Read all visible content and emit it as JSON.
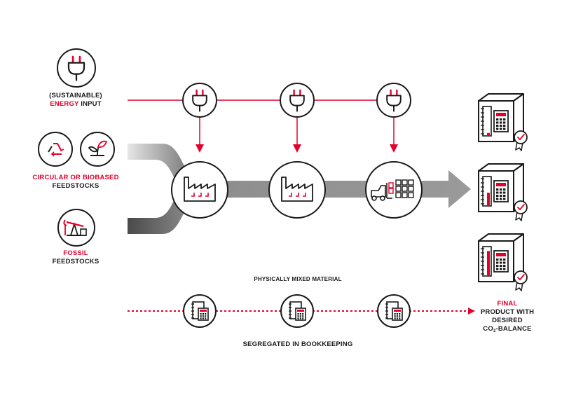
{
  "colors": {
    "accent": "#e4002b",
    "ink": "#1a1a1a",
    "flow_gray": "#8c8c8c"
  },
  "labels": {
    "energy_line1": "(SUSTAINABLE)",
    "energy_red": "ENERGY",
    "energy_black": "INPUT",
    "circular_line1": "CIRCULAR OR BIOBASED",
    "circular_line2": "FEEDSTOCKS",
    "fossil_line1": "FOSSIL",
    "fossil_line2": "FEEDSTOCKS",
    "mixed": "PHYSICALLY MIXED MATERIAL",
    "bookkeeping": "SEGREGATED IN BOOKKEEPING",
    "final_red": "FINAL",
    "final_line2": "PRODUCT WITH",
    "final_line3": "DESIRED",
    "final_co": "CO",
    "final_sub": "2",
    "final_balance": "-BALANCE"
  },
  "icons": {
    "inputs": [
      "plug-icon",
      "recycle-icon",
      "sprout-icon",
      "oil-pump-icon"
    ],
    "energy_plugs": [
      "plug-icon",
      "plug-icon",
      "plug-icon"
    ],
    "processes": [
      "factory-icon",
      "factory-icon",
      "forklift-warehouse-icon"
    ],
    "ledgers": [
      "ledger-calculator-icon",
      "ledger-calculator-icon",
      "ledger-calculator-icon"
    ],
    "products": [
      "certified-product-box-icon",
      "certified-product-box-icon",
      "certified-product-box-icon"
    ]
  },
  "product_fill_levels": [
    0.1,
    0.45,
    0.85
  ]
}
